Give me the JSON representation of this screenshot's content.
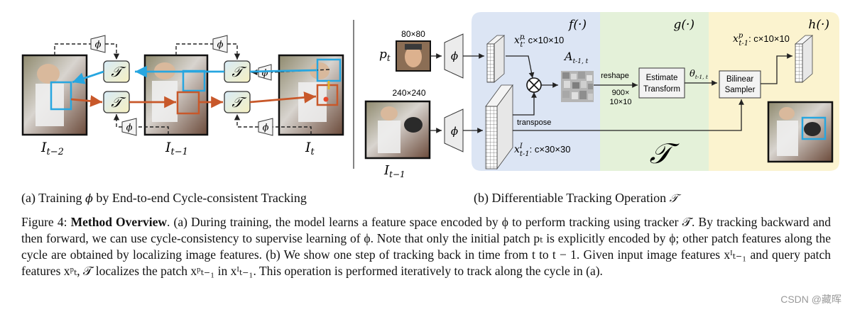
{
  "panel_a": {
    "frame_labels": [
      "I",
      "I",
      "I"
    ],
    "frame_subs": [
      "t−2",
      "t−1",
      "t"
    ],
    "phi": "ϕ",
    "tracker": "𝒯"
  },
  "panel_b": {
    "patch_size": "80×80",
    "frame_size": "240×240",
    "p_label": "p",
    "p_sub": "t",
    "phi": "ϕ",
    "xtp_label": "x",
    "xtp_sup": "p",
    "xtp_sub": "t",
    "xtp_dims": ": c×10×10",
    "xI_label": "x",
    "xI_sup": "I",
    "xI_sub": "t-1",
    "xI_dims": ": c×30×30",
    "A_label": "A",
    "A_sub": "t-1, t",
    "transpose": "transpose",
    "reshape": "reshape",
    "reshape_dims": [
      "900×",
      "10×10"
    ],
    "estimate_transform": [
      "Estimate",
      "Transform"
    ],
    "theta_label": "θ",
    "theta_sub": "t-1, t",
    "bilinear_sampler": [
      "Bilinear",
      "Sampler"
    ],
    "out_label": "x",
    "out_sup": "p",
    "out_sub": "t-1",
    "out_dims": ": c×10×10",
    "f_label": "f(·)",
    "g_label": "g(·)",
    "h_label": "h(·)",
    "T_big": "𝒯",
    "I_label": "I",
    "I_sub": "t−1"
  },
  "captions": {
    "sub_a_prefix": "(a) Training ",
    "sub_a_phi": "ϕ",
    "sub_a_rest": " by End-to-end Cycle-consistent Tracking",
    "sub_b_prefix": "(b) Differentiable Tracking Operation ",
    "sub_b_T": "𝒯",
    "fig_label": "Figure 4: ",
    "fig_title": "Method Overview",
    "fig_text": ". (a) During training, the model learns a feature space encoded by ϕ to perform tracking using tracker 𝒯. By tracking backward and then forward, we can use cycle-consistency to supervise learning of ϕ. Note that only the initial patch pₜ is explicitly encoded by ϕ; other patch features along the cycle are obtained by localizing image features. (b) We show one step of tracking back in time from t to t − 1. Given input image features xᴵₜ₋₁ and query patch features xᵖₜ, 𝒯 localizes the patch xᵖₜ₋₁ in xᴵₜ₋₁. This operation is performed iteratively to track along the cycle in (a)."
  },
  "watermark": "CSDN @藏晖",
  "colors": {
    "blue_arrow": "#27a6e0",
    "orange_arrow": "#c8582a",
    "f_bg": "#dce5f4",
    "g_bg": "#e4f1d9",
    "h_bg": "#fbf3cf"
  }
}
